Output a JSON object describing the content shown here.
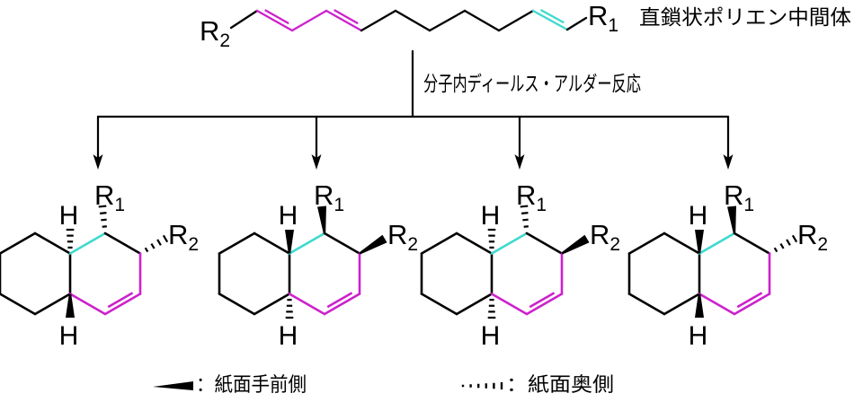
{
  "scheme": {
    "intermediate_label": "直鎖状ポリエン中間体",
    "reaction_label": "分子内ディールス・アルダー反応",
    "atoms": {
      "r": "R",
      "sub1": "1",
      "sub2": "2",
      "h": "H"
    },
    "colors": {
      "diene_magenta": "#CC22CC",
      "dienophile_cyan": "#3FD9CE",
      "bond_black": "#000000"
    },
    "legend": {
      "wedge_label": "：紙面手前側",
      "hash_label": "：紙面奥側"
    },
    "products": [
      {
        "name": "product-1",
        "h_top": "hash",
        "r1": "hash",
        "r2": "hash",
        "h_bottom": "wedge"
      },
      {
        "name": "product-2",
        "h_top": "wedge",
        "r1": "wedge",
        "r2": "wedge",
        "h_bottom": "hash"
      },
      {
        "name": "product-3",
        "h_top": "hash",
        "r1": "hash",
        "r2": "wedge",
        "h_bottom": "hash"
      },
      {
        "name": "product-4",
        "h_top": "wedge",
        "r1": "wedge",
        "r2": "hash",
        "h_bottom": "wedge"
      }
    ]
  }
}
